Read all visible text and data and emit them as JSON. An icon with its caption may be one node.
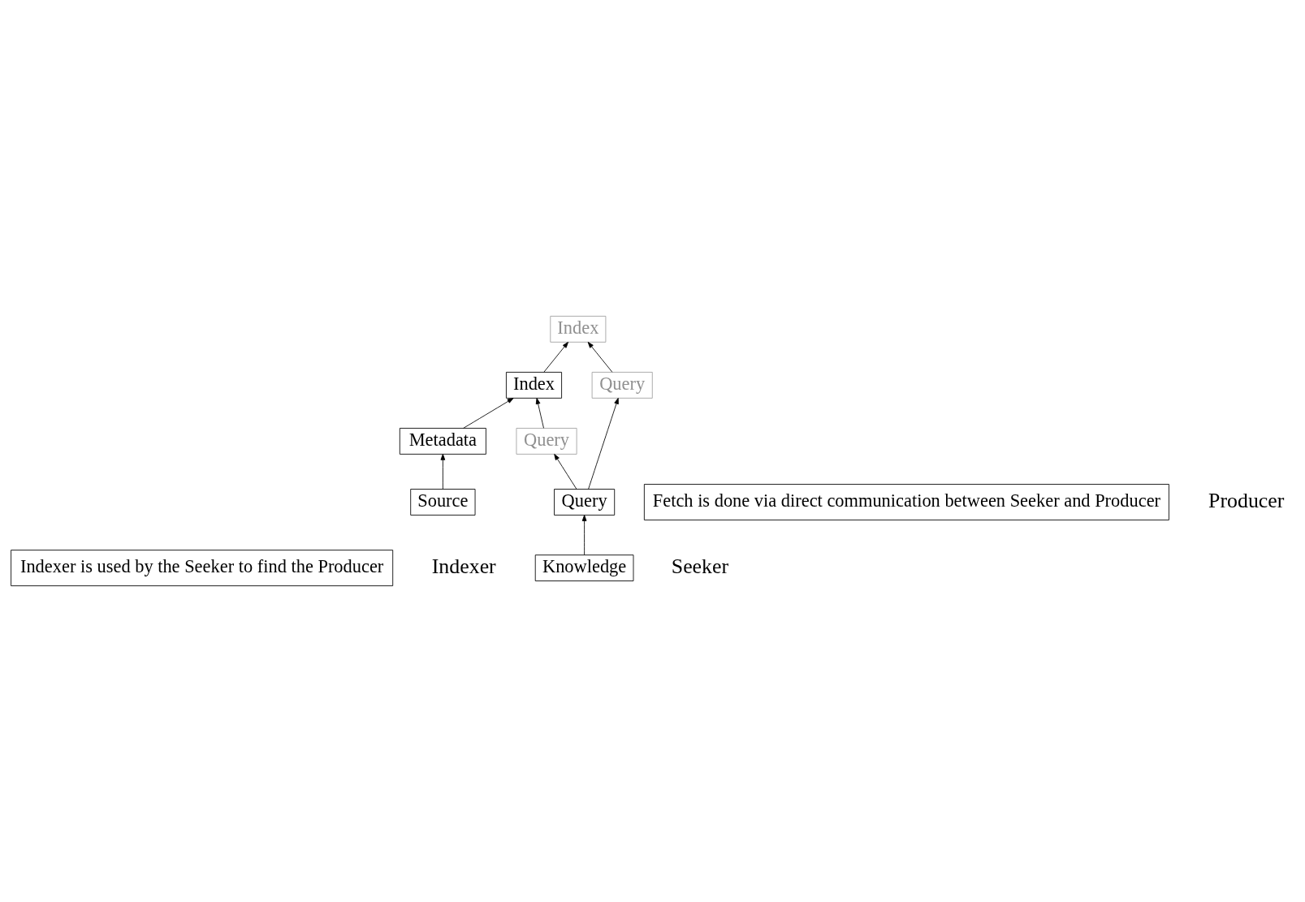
{
  "diagram": {
    "nodes": [
      {
        "text": [
          "Indexer is used by the Seeker to find the Producer"
        ]
      },
      {
        "text": [
          "Index"
        ]
      },
      {
        "text": [
          "Query"
        ]
      },
      {
        "text": [
          "Index"
        ]
      },
      {
        "text": [
          "Query"
        ]
      },
      {
        "text": [
          "Metadata"
        ]
      },
      {
        "text": [
          "Query"
        ]
      },
      {
        "text": [
          "Source"
        ]
      },
      {
        "text": [
          "Knowledge"
        ]
      },
      {
        "text": [
          "Fetch is done via direct communication between Seeker and Producer"
        ]
      }
    ],
    "edges": [
      {
        "from": 8,
        "to": 6,
        "arrow": "to"
      },
      {
        "from": 6,
        "to": 2,
        "arrow": "to"
      },
      {
        "from": 6,
        "to": 4,
        "arrow": "to"
      },
      {
        "from": 2,
        "to": 1,
        "arrow": "to"
      },
      {
        "from": 4,
        "to": 3,
        "arrow": "to"
      },
      {
        "from": 3,
        "to": 1,
        "arrow": "to"
      },
      {
        "from": 7,
        "to": 5,
        "arrow": "to"
      },
      {
        "from": 5,
        "to": 3,
        "arrow": "to"
      }
    ],
    "labels": [
      "Indexer",
      "Seeker",
      "Producer"
    ]
  }
}
